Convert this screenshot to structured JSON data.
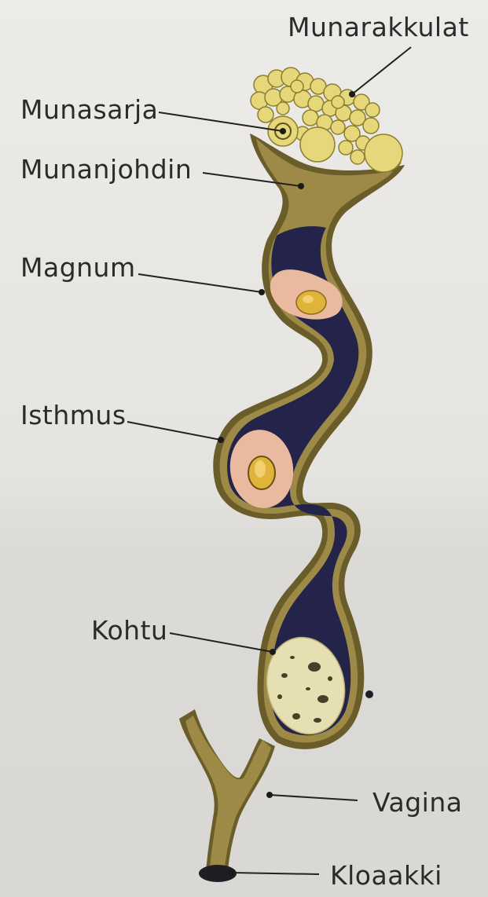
{
  "labels": {
    "munarakkulat": "Munarakkulat",
    "munasarja": "Munasarja",
    "munanjohdin": "Munanjohdin",
    "magnum": "Magnum",
    "isthmus": "Isthmus",
    "kohtu": "Kohtu",
    "vagina": "Vagina",
    "kloaakki": "Kloaakki"
  },
  "colors": {
    "tube_outer": "#6b5d2a",
    "tube_fill": "#9c8a46",
    "lumen": "#24244a",
    "follicle": "#e5d77a",
    "follicle_stroke": "#8c7f2e",
    "egg_pink": "#e9b9a0",
    "yolk": "#e0b43a",
    "shell": "#e6dfb2",
    "shell_spot": "#4a3d2a",
    "leader_line": "#222222"
  }
}
